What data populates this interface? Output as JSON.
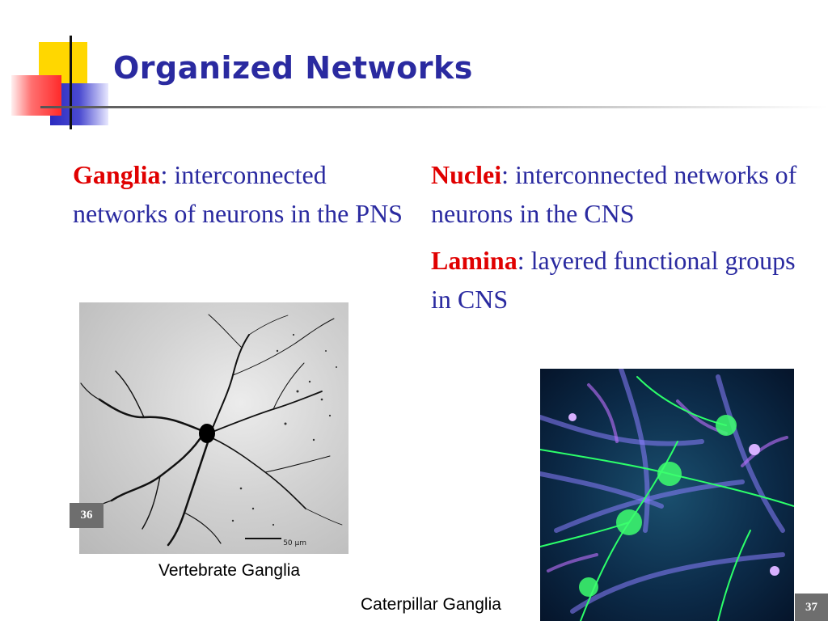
{
  "slide": {
    "title": "Organized Networks",
    "left": {
      "term": "Ganglia",
      "definition": ": interconnected networks of neurons in the PNS"
    },
    "right": [
      {
        "term": "Nuclei",
        "definition": ": interconnected networks of neurons in the CNS"
      },
      {
        "term": "Lamina",
        "definition": ": layered functional groups in CNS"
      }
    ],
    "images": {
      "vertebrate": {
        "scale_label": "50 µm",
        "caption": "Vertebrate Ganglia"
      },
      "caterpillar": {
        "caption": "Caterpillar Ganglia"
      }
    },
    "badges": {
      "left": "36",
      "right": "37"
    }
  },
  "colors": {
    "title": "#2a2aa0",
    "body_text": "#2a2aa0",
    "term": "#e00000",
    "logo_yellow": "#ffd700",
    "logo_red": "#ff3b3b",
    "logo_blue": "#3535c8",
    "badge": "#6e6e6e"
  }
}
